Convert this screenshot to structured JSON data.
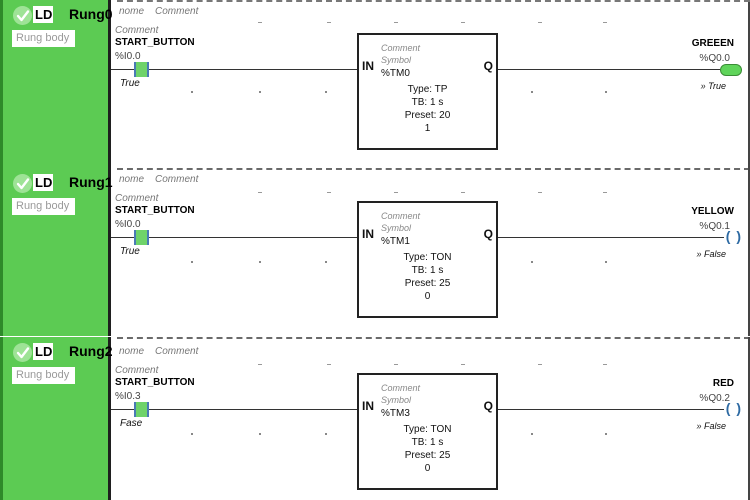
{
  "rungs": [
    {
      "language": "LD",
      "name": "Rung0",
      "body_placeholder": "Rung body",
      "label": "nome",
      "comment": "Comment",
      "contact": {
        "comment": "Comment",
        "symbol": "START_BUTTON",
        "address": "%I0.0",
        "state": "True"
      },
      "block": {
        "comment": "Comment",
        "symbol": "Symbol",
        "address": "%TM0",
        "in": "IN",
        "q": "Q",
        "type": "Type: TP",
        "tb": "TB: 1 s",
        "preset": "Preset: 20",
        "value": "1"
      },
      "coil": {
        "symbol": "GREEEN",
        "address": "%Q0.0",
        "state": "» True",
        "active": true
      }
    },
    {
      "language": "LD",
      "name": "Rung1",
      "body_placeholder": "Rung body",
      "label": "nome",
      "comment": "Comment",
      "contact": {
        "comment": "Comment",
        "symbol": "START_BUTTON",
        "address": "%I0.0",
        "state": "True"
      },
      "block": {
        "comment": "Comment",
        "symbol": "Symbol",
        "address": "%TM1",
        "in": "IN",
        "q": "Q",
        "type": "Type: TON",
        "tb": "TB: 1 s",
        "preset": "Preset: 25",
        "value": "0"
      },
      "coil": {
        "symbol": "YELLOW",
        "address": "%Q0.1",
        "state": "» False",
        "active": false,
        "glyph": "( )"
      }
    },
    {
      "language": "LD",
      "name": "Rung2",
      "body_placeholder": "Rung body",
      "label": "nome",
      "comment": "Comment",
      "contact": {
        "comment": "Comment",
        "symbol": "START_BUTTON",
        "address": "%I0.3",
        "state": "Fase"
      },
      "block": {
        "comment": "Comment",
        "symbol": "Symbol",
        "address": "%TM3",
        "in": "IN",
        "q": "Q",
        "type": "Type: TON",
        "tb": "TB: 1 s",
        "preset": "Preset: 25",
        "value": "0"
      },
      "coil": {
        "symbol": "RED",
        "address": "%Q0.2",
        "state": "» False",
        "active": false,
        "glyph": "( )"
      }
    }
  ],
  "colors": {
    "rung_green": "#5ccb53",
    "coil_on": "#5fd45a",
    "coil_off": "#2d6aa3",
    "contact": "#6fd36a"
  }
}
